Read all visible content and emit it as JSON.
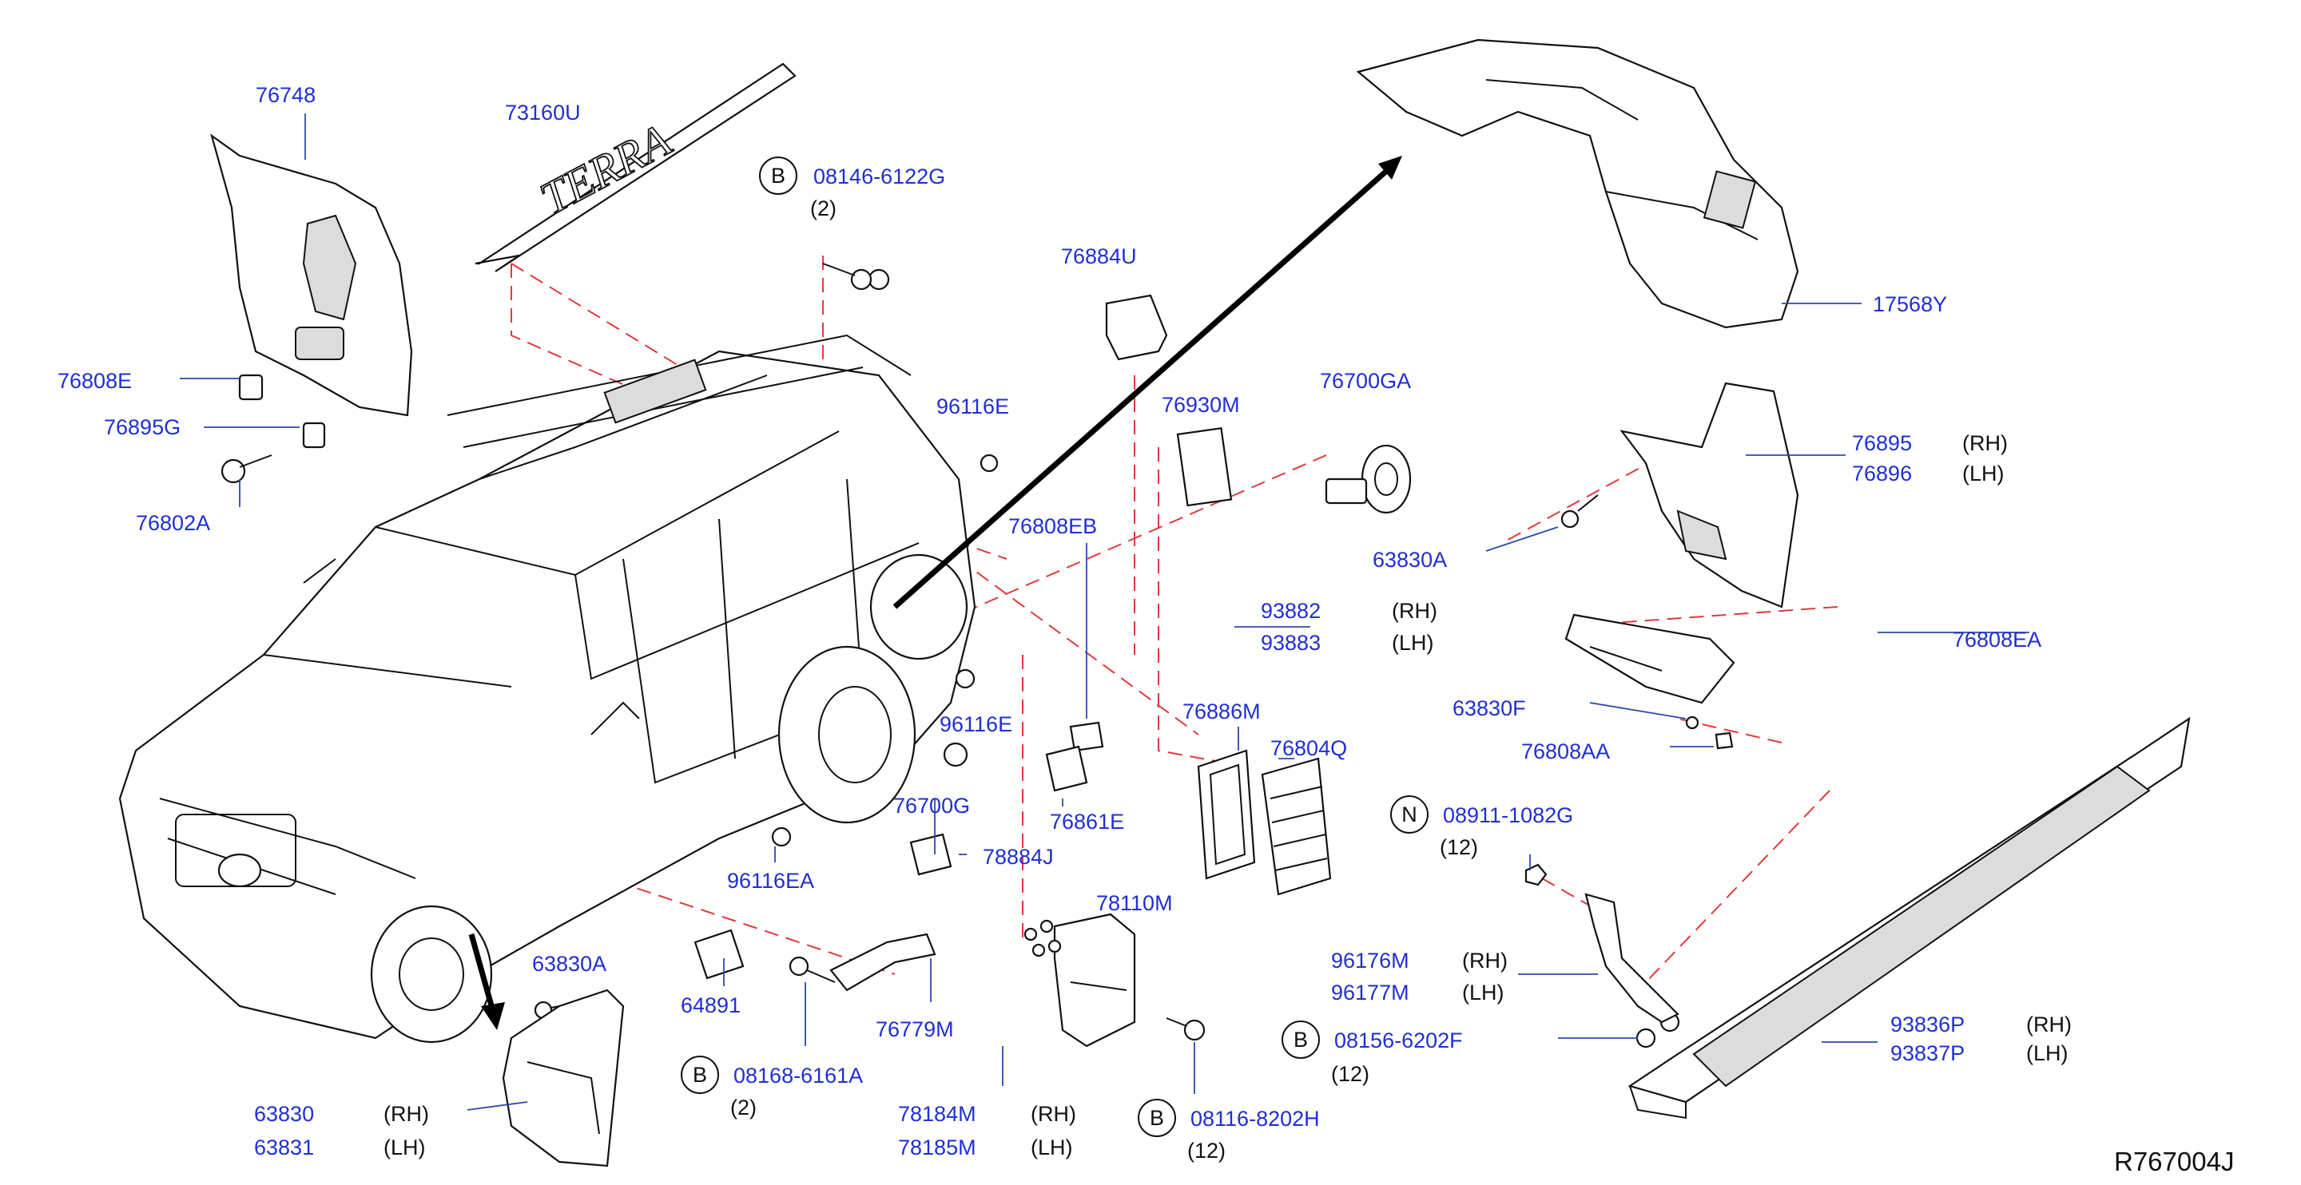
{
  "diagram_ref": "R767004J",
  "colors": {
    "part_number": "#1f2fd6",
    "text": "#111111",
    "guide_line": "#e23a3a",
    "leader": "#2a4ba8"
  },
  "labels": {
    "p76748": "76748",
    "p73160U": "73160U",
    "bolt_08146": "08146-6122G",
    "qty_08146": "(2)",
    "p76808E": "76808E",
    "p76895G": "76895G",
    "p76802A": "76802A",
    "p76884U": "76884U",
    "p96116E_top": "96116E",
    "p76930M": "76930M",
    "p76700GA": "76700GA",
    "p17568Y": "17568Y",
    "p76895": "76895",
    "p76896": "76896",
    "p63830A_rear": "63830A",
    "p76808EB": "76808EB",
    "p93882": "93882",
    "p93883": "93883",
    "p76808EA": "76808EA",
    "p76886M": "76886M",
    "p76804Q": "76804Q",
    "p63830F": "63830F",
    "p76808AA": "76808AA",
    "p96116E_mid": "96116E",
    "p76700G": "76700G",
    "p76861E": "76861E",
    "p78884J": "78884J",
    "p96116EA": "96116EA",
    "nut_08911": "08911-1082G",
    "qty_08911": "(12)",
    "p63830A_front": "63830A",
    "p64891": "64891",
    "p78110M": "78110M",
    "p76779M": "76779M",
    "p96176M": "96176M",
    "p96177M": "96177M",
    "bolt_08156": "08156-6202F",
    "qty_08156": "(12)",
    "bolt_08168": "08168-6161A",
    "qty_08168": "(2)",
    "p93836P": "93836P",
    "p93837P": "93837P",
    "p63830": "63830",
    "p63831": "63831",
    "p78184M": "78184M",
    "p78185M": "78185M",
    "bolt_08116": "08116-8202H",
    "qty_08116": "(12)",
    "rh": "(RH)",
    "lh": "(LH)",
    "badge_b": "B",
    "badge_n": "N",
    "emblem_text": "TERRA"
  }
}
